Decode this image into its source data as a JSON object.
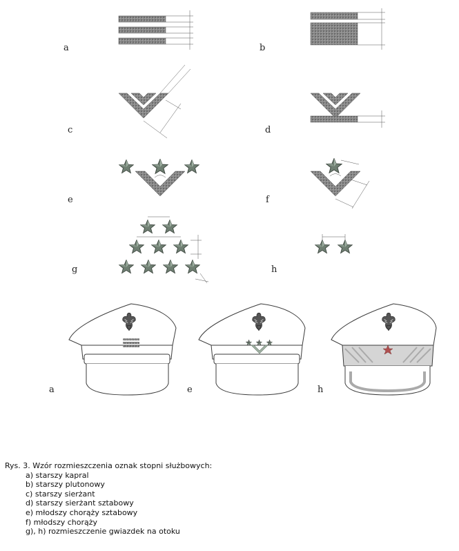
{
  "figure": {
    "panel_labels": {
      "a": "a",
      "b": "b",
      "c": "c",
      "d": "d",
      "e": "e",
      "f": "f",
      "g": "g",
      "h": "h",
      "cap_a": "a",
      "cap_e": "e",
      "cap_h": "h"
    },
    "colors": {
      "insignia_fill": "#8a8a8a",
      "insignia_dark": "#5e5e5e",
      "star_fill": "#6f7f72",
      "line": "#444444",
      "cap_outline": "#3a3a3a",
      "cap_band_h": "#d5d5d5",
      "star_red": "#b05050"
    }
  },
  "caption": {
    "title": "Rys. 3. Wzór rozmieszczenia oznak stopni służbowych:",
    "items": [
      "a) starszy kapral",
      "b) starszy plutonowy",
      "c) starszy sierżant",
      "d) starszy sierżant sztabowy",
      "e) młodszy chorąży sztabowy",
      "f) młodszy chorąży",
      "g), h) rozmieszczenie gwiazdek na otoku"
    ]
  }
}
